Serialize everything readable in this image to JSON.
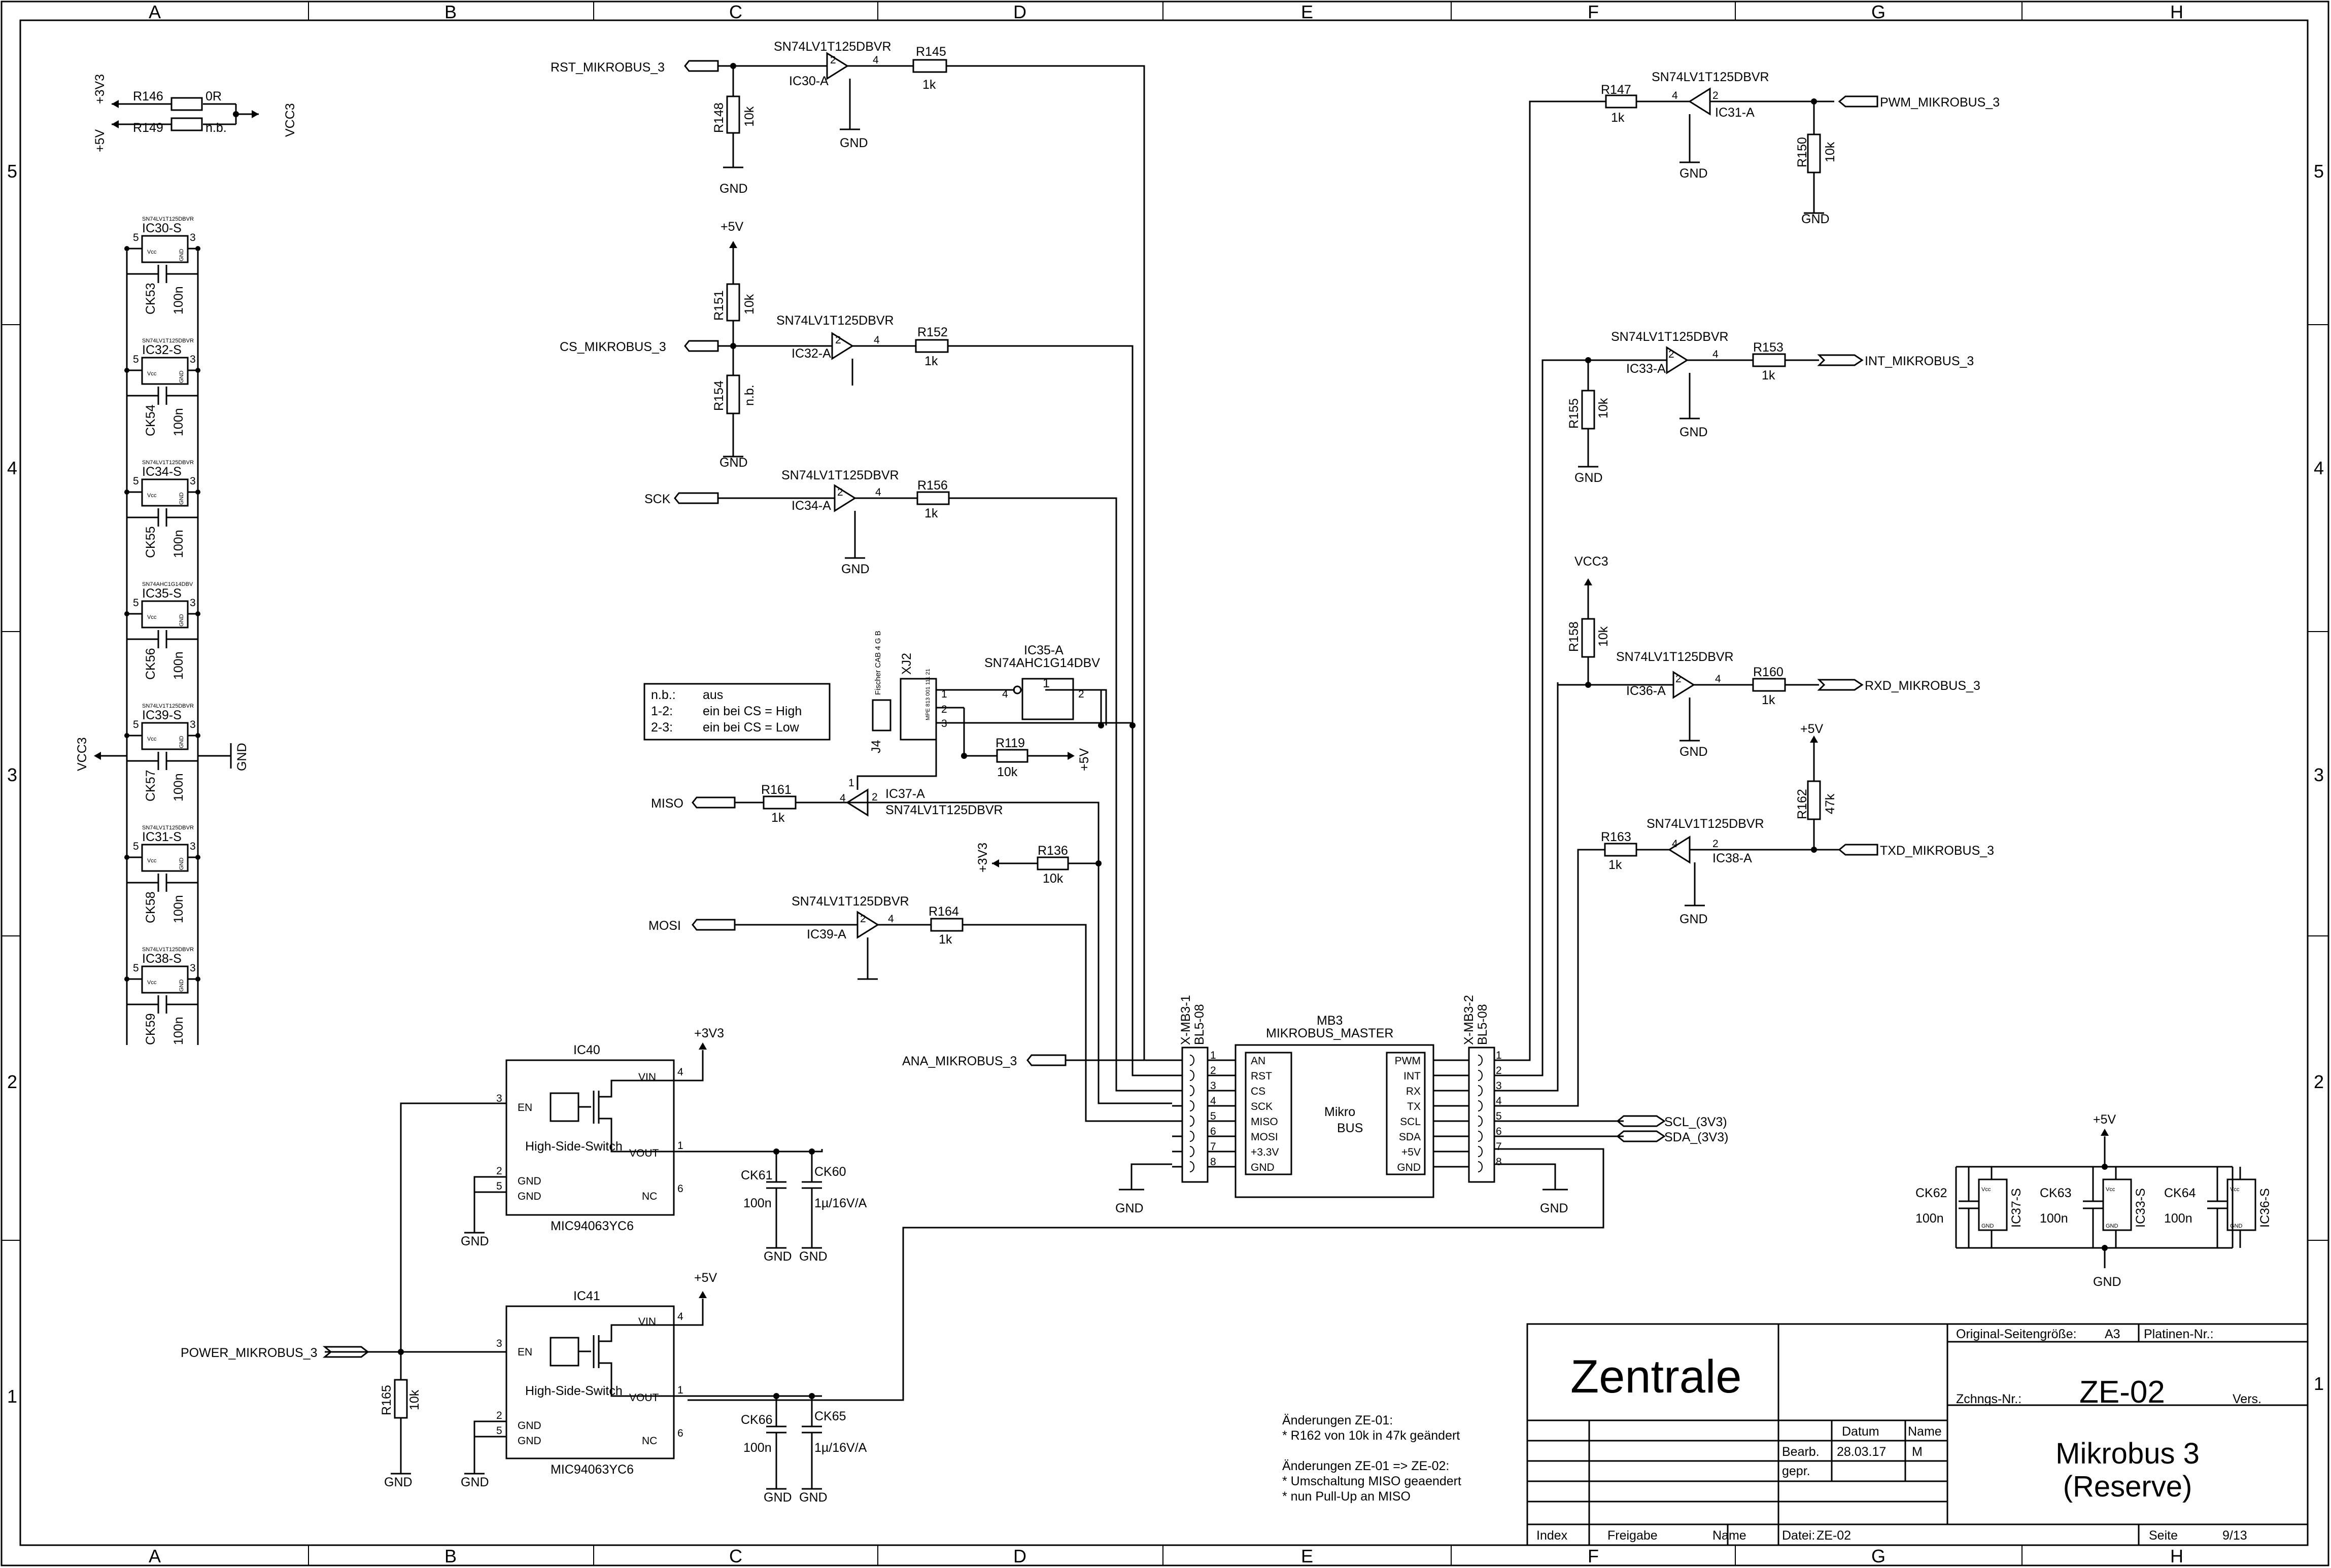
{
  "frame": {
    "cols": [
      "A",
      "B",
      "C",
      "D",
      "E",
      "F",
      "G",
      "H"
    ],
    "rows": [
      "5",
      "4",
      "3",
      "2",
      "1"
    ]
  },
  "power": {
    "r146": {
      "name": "R146",
      "value": "0R"
    },
    "r149": {
      "name": "R149",
      "value": "n.b."
    },
    "v33": "+3V3",
    "v5": "+5V",
    "vcc": "VCC3"
  },
  "decoupling": [
    {
      "ic": "IC30-S",
      "cap": "CK53",
      "val": "100n",
      "part": "SN74LV1T125DBVR"
    },
    {
      "ic": "IC32-S",
      "cap": "CK54",
      "val": "100n",
      "part": "SN74LV1T125DBVR"
    },
    {
      "ic": "IC34-S",
      "cap": "CK55",
      "val": "100n",
      "part": "SN74LV1T125DBVR"
    },
    {
      "ic": "IC35-S",
      "cap": "CK56",
      "val": "100n",
      "part": "SN74AHC1G14DBV"
    },
    {
      "ic": "IC39-S",
      "cap": "CK57",
      "val": "100n",
      "part": "SN74LV1T125DBVR"
    },
    {
      "ic": "IC31-S",
      "cap": "CK58",
      "val": "100n",
      "part": "SN74LV1T125DBVR"
    },
    {
      "ic": "IC38-S",
      "cap": "CK59",
      "val": "100n",
      "part": "SN74LV1T125DBVR"
    }
  ],
  "decoupling_side": {
    "vcc": "VCC3",
    "gnd": "GND",
    "vcc_pin": "Vcc",
    "gnd_pin": "GND",
    "p5": "5",
    "p3": "3"
  },
  "buffers": {
    "part": "SN74LV1T125DBVR",
    "rst": {
      "net": "RST_MIKROBUS_3",
      "ic": "IC30-A",
      "r": "R145",
      "rv": "1k",
      "pd": "R148",
      "pdv": "10k"
    },
    "cs": {
      "net": "CS_MIKROBUS_3",
      "ic": "IC32-A",
      "r": "R152",
      "rv": "1k",
      "pu": "R151",
      "puv": "10k",
      "pd": "R154",
      "pdv": "n.b."
    },
    "sck": {
      "net": "SCK",
      "ic": "IC34-A",
      "r": "R156",
      "rv": "1k"
    },
    "miso": {
      "net": "MISO",
      "ic": "IC37-A",
      "r": "R161",
      "rv": "1k"
    },
    "mosi": {
      "net": "MOSI",
      "ic": "IC39-A",
      "r": "R164",
      "rv": "1k"
    },
    "pwm": {
      "net": "PWM_MIKROBUS_3",
      "ic": "IC31-A",
      "r": "R147",
      "rv": "1k",
      "pd": "R150",
      "pdv": "10k"
    },
    "int": {
      "net": "INT_MIKROBUS_3",
      "ic": "IC33-A",
      "r": "R153",
      "rv": "1k",
      "pd": "R155",
      "pdv": "10k"
    },
    "rxd": {
      "net": "RXD_MIKROBUS_3",
      "ic": "IC36-A",
      "r": "R160",
      "rv": "1k",
      "pu": "R158",
      "puv": "10k"
    },
    "txd": {
      "net": "TXD_MIKROBUS_3",
      "ic": "IC38-A",
      "r": "R163",
      "rv": "1k",
      "pu": "R162",
      "puv": "47k"
    }
  },
  "inverter": {
    "name": "IC35-A",
    "part": "SN74AHC1G14DBV",
    "pin": "1"
  },
  "jumper": {
    "name": "XJ2",
    "ref": "J4",
    "type": "Fischer CAB 4 G B",
    "order": "MPE 813 001 111 21"
  },
  "misc_r": {
    "r119": "R119",
    "r119v": "10k",
    "r136": "R136",
    "r136v": "10k"
  },
  "note": {
    "lines": [
      [
        "n.b.:",
        "aus"
      ],
      [
        "1-2:",
        "ein bei CS = High"
      ],
      [
        "2-3:",
        "ein bei CS = Low"
      ]
    ]
  },
  "connectors": {
    "left": {
      "name": "X-MB3-1",
      "type": "BL5-08"
    },
    "right": {
      "name": "X-MB3-2",
      "type": "BL5-08"
    },
    "module": {
      "name": "MB3",
      "part": "MIKROBUS_MASTER",
      "body": [
        "Mikro",
        "BUS"
      ]
    },
    "left_pins": [
      "AN",
      "RST",
      "CS",
      "SCK",
      "MISO",
      "MOSI",
      "+3.3V",
      "GND"
    ],
    "right_pins": [
      "PWM",
      "INT",
      "RX",
      "TX",
      "SCL",
      "SDA",
      "+5V",
      "GND"
    ]
  },
  "nets": {
    "ana": "ANA_MIKROBUS_3",
    "scl": "SCL_(3V3)",
    "sda": "SDA_(3V3)",
    "power": "POWER_MIKROBUS_3",
    "gnd": "GND",
    "p5v": "+5V",
    "p3v3": "+3V3"
  },
  "switches": [
    {
      "name": "IC40",
      "part": "MIC94063YC6",
      "label": "High-Side-Switch",
      "supply": "+3V3",
      "cap1": "CK61",
      "cap1v": "100n",
      "cap2": "CK60",
      "cap2v": "1µ/16V/A"
    },
    {
      "name": "IC41",
      "part": "MIC94063YC6",
      "label": "High-Side-Switch",
      "supply": "+5V",
      "cap1": "CK66",
      "cap1v": "100n",
      "cap2": "CK65",
      "cap2v": "1µ/16V/A"
    }
  ],
  "switch_pins": {
    "vin": "VIN",
    "en": "EN",
    "vout": "VOUT",
    "gnd": "GND",
    "nc": "NC"
  },
  "r165": {
    "name": "R165",
    "value": "10k"
  },
  "decoupling_right": [
    {
      "ic": "IC37-S",
      "cap": "CK62",
      "val": "100n"
    },
    {
      "ic": "IC33-S",
      "cap": "CK63",
      "val": "100n"
    },
    {
      "ic": "IC36-S",
      "cap": "CK64",
      "val": "100n"
    }
  ],
  "changes": [
    "Änderungen ZE-01:",
    "* R162 von 10k in 47k geändert",
    "",
    "Änderungen ZE-01 => ZE-02:",
    "* Umschaltung MISO geaendert",
    "* nun Pull-Up an MISO"
  ],
  "titleblock": {
    "company": "Zentrale",
    "orig_size_label": "Original-Seitengröße:",
    "orig_size": "A3",
    "board_label": "Platinen-Nr.:",
    "drawing_label": "Zchngs-Nr.:",
    "drawing_no": "ZE-02",
    "version_label": "Vers.",
    "title1": "Mikrobus 3",
    "title2": "(Reserve)",
    "datum": "Datum",
    "name": "Name",
    "bearb": "Bearb.",
    "bearb_date": "28.03.17",
    "bearb_name": "M",
    "gepr": "gepr.",
    "index": "Index",
    "freigabe": "Freigabe",
    "name2": "Name",
    "file_label": "Datei:",
    "file": "ZE-02",
    "page_label": "Seite",
    "page": "9/13"
  }
}
